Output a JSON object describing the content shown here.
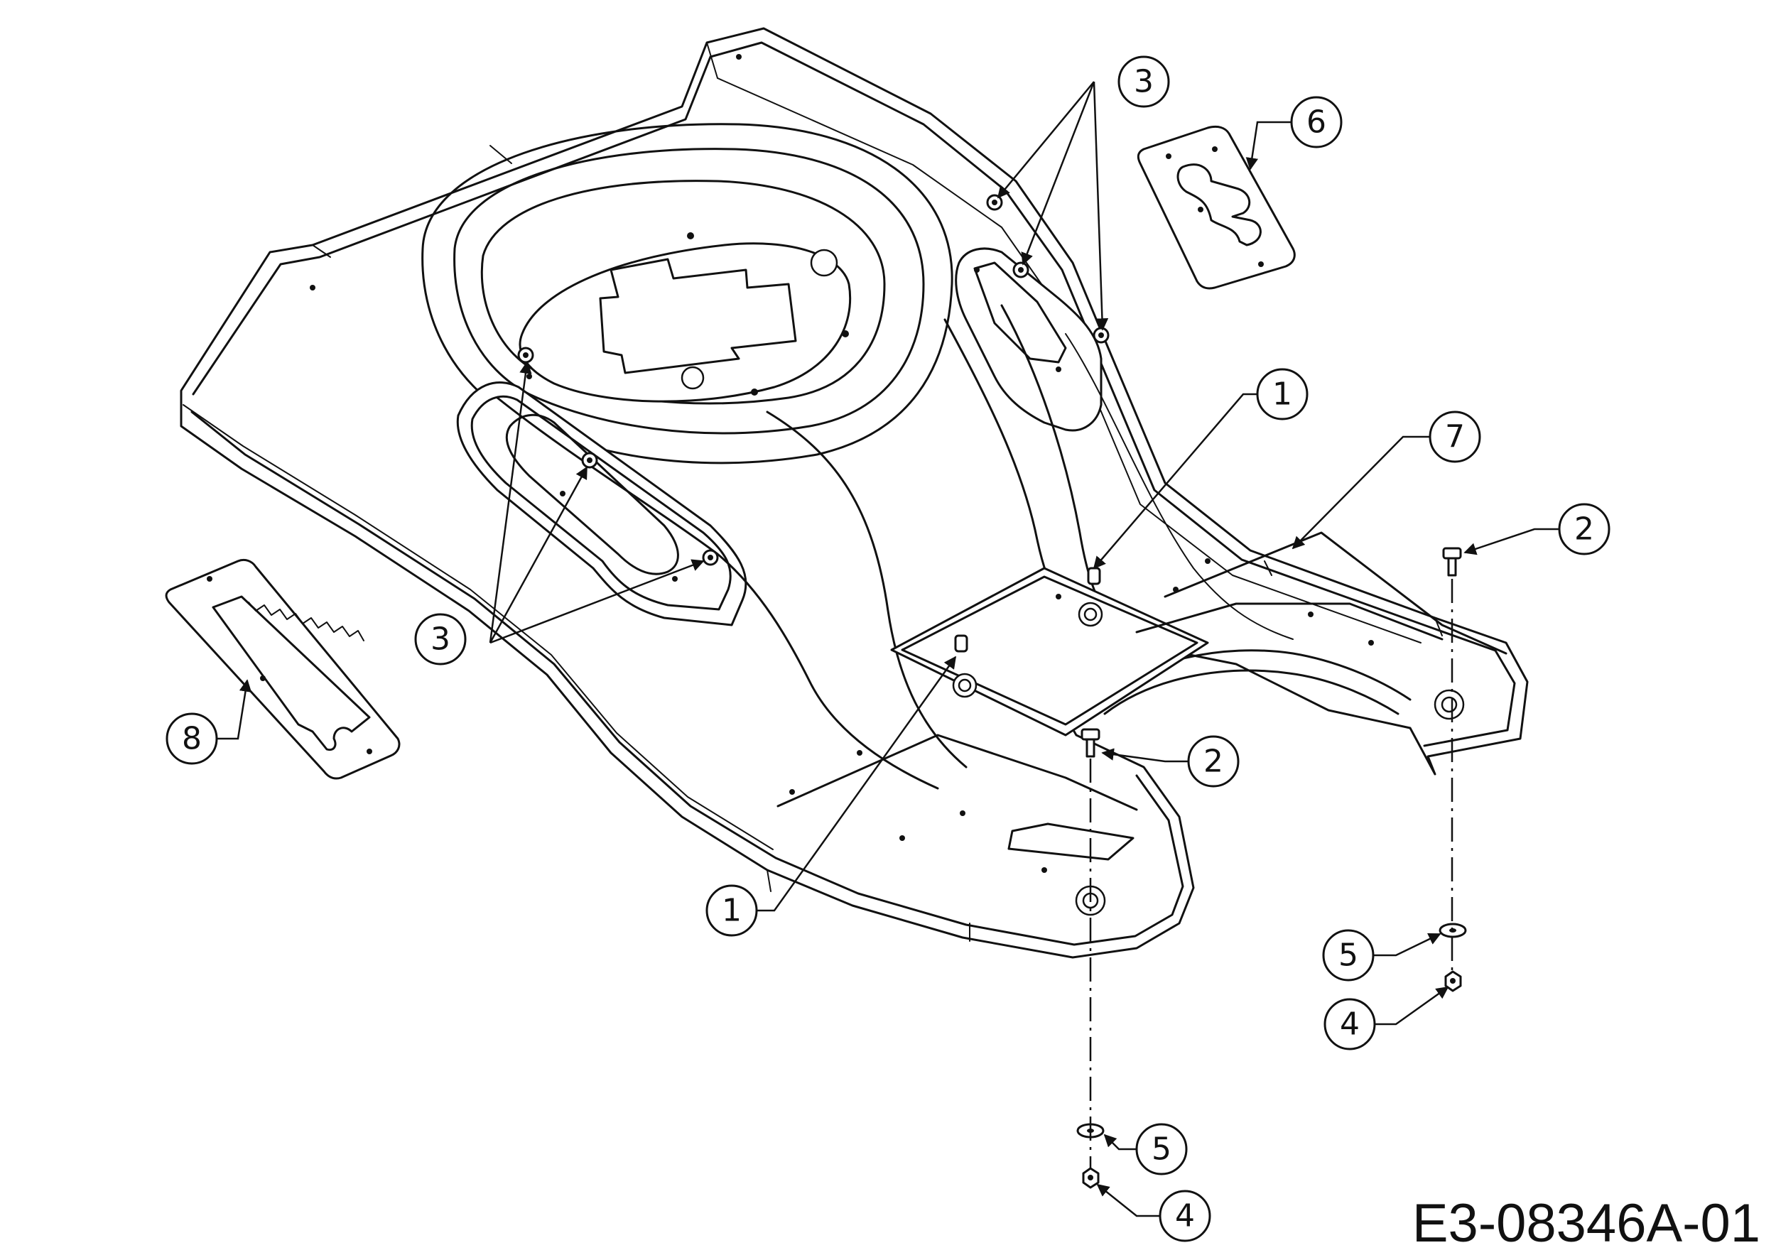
{
  "diagram": {
    "code": "E3-08346A-01",
    "callouts": [
      {
        "id": "c3-top",
        "label": "3"
      },
      {
        "id": "c6",
        "label": "6"
      },
      {
        "id": "c1-top",
        "label": "1"
      },
      {
        "id": "c7",
        "label": "7"
      },
      {
        "id": "c2-right",
        "label": "2"
      },
      {
        "id": "c3-left",
        "label": "3"
      },
      {
        "id": "c8",
        "label": "8"
      },
      {
        "id": "c2-mid",
        "label": "2"
      },
      {
        "id": "c1-bottom",
        "label": "1"
      },
      {
        "id": "c5-right",
        "label": "5"
      },
      {
        "id": "c4-right",
        "label": "4"
      },
      {
        "id": "c5-bottom",
        "label": "5"
      },
      {
        "id": "c4-bottom",
        "label": "4"
      }
    ]
  }
}
